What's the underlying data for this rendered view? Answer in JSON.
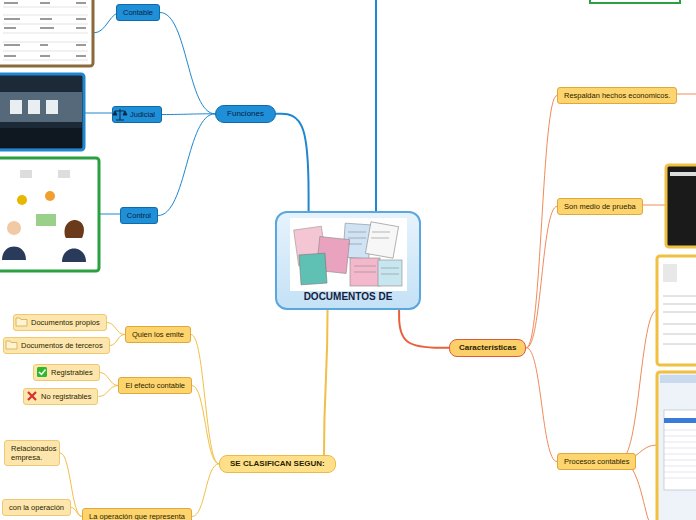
{
  "diagram": {
    "nodes": [
      {
        "text": [
          "DOCUMENTOS DE"
        ]
      },
      {
        "text": [
          "Funciones"
        ]
      },
      {
        "text": [
          "Contable"
        ]
      },
      {
        "text": [
          "Judicial"
        ]
      },
      {
        "text": [
          "Control"
        ]
      },
      {
        "text": [
          "Características"
        ]
      },
      {
        "text": [
          "Respaldan hechos economicos."
        ]
      },
      {
        "text": [
          "Son medio de prueba"
        ]
      },
      {
        "text": [
          "Procesos contables"
        ]
      },
      {
        "text": [
          "SE CLASIFICAN SEGUN:"
        ]
      },
      {
        "text": [
          "Quien los emite"
        ]
      },
      {
        "text": [
          "Documentos propios"
        ]
      },
      {
        "text": [
          "Documentos de terceros"
        ]
      },
      {
        "text": [
          "El efecto contable"
        ]
      },
      {
        "text": [
          "Registrables"
        ]
      },
      {
        "text": [
          "No registrables"
        ]
      },
      {
        "text": [
          "La operación que representa"
        ]
      },
      {
        "text": [
          "Relacionados empresa."
        ]
      },
      {
        "text": [
          "con la operación"
        ]
      }
    ],
    "edges": [
      {
        "from": 0,
        "to": 1,
        "arrow": "none"
      },
      {
        "from": 1,
        "to": 2,
        "arrow": "none"
      },
      {
        "from": 1,
        "to": 3,
        "arrow": "none"
      },
      {
        "from": 1,
        "to": 4,
        "arrow": "none"
      },
      {
        "from": 0,
        "to": 5,
        "arrow": "none"
      },
      {
        "from": 5,
        "to": 6,
        "arrow": "none"
      },
      {
        "from": 5,
        "to": 7,
        "arrow": "none"
      },
      {
        "from": 5,
        "to": 8,
        "arrow": "none"
      },
      {
        "from": 0,
        "to": 9,
        "arrow": "none"
      },
      {
        "from": 9,
        "to": 10,
        "arrow": "none"
      },
      {
        "from": 10,
        "to": 11,
        "arrow": "none"
      },
      {
        "from": 10,
        "to": 12,
        "arrow": "none"
      },
      {
        "from": 9,
        "to": 13,
        "arrow": "none"
      },
      {
        "from": 13,
        "to": 14,
        "arrow": "none"
      },
      {
        "from": 13,
        "to": 15,
        "arrow": "none"
      },
      {
        "from": 9,
        "to": 16,
        "arrow": "none"
      },
      {
        "from": 16,
        "to": 17,
        "arrow": "none"
      },
      {
        "from": 16,
        "to": 18,
        "arrow": "none"
      }
    ]
  }
}
